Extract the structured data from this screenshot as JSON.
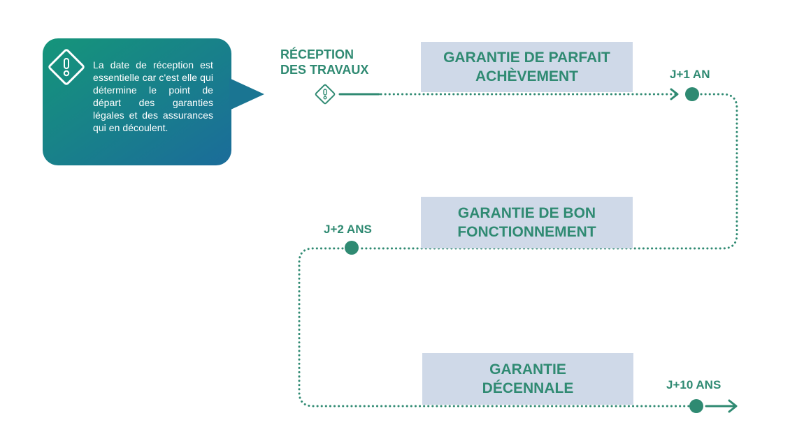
{
  "callout": {
    "text": "La date de réception est essentielle car c'est elle qui détermine le point de départ des garanties légales et des assurances qui en découlent.",
    "icon": "warning-diamond-icon"
  },
  "steps": {
    "reception": {
      "line1": "RÉCEPTION",
      "line2": "DES TRAVAUX"
    },
    "j1": "J+1 AN",
    "j2": "J+2 ANS",
    "j10": "J+10 ANS"
  },
  "guarantees": [
    {
      "line1": "GARANTIE DE PARFAIT",
      "line2": "ACHÈVEMENT"
    },
    {
      "line1": "GARANTIE DE BON",
      "line2": "FONCTIONNEMENT"
    },
    {
      "line1": "GARANTIE",
      "line2": "DÉCENNALE"
    }
  ],
  "colors": {
    "accent": "#2f8a72",
    "box_fill": "#cfd9e8",
    "callout_gradient_start": "#16927a",
    "callout_gradient_end": "#1b6f98"
  }
}
